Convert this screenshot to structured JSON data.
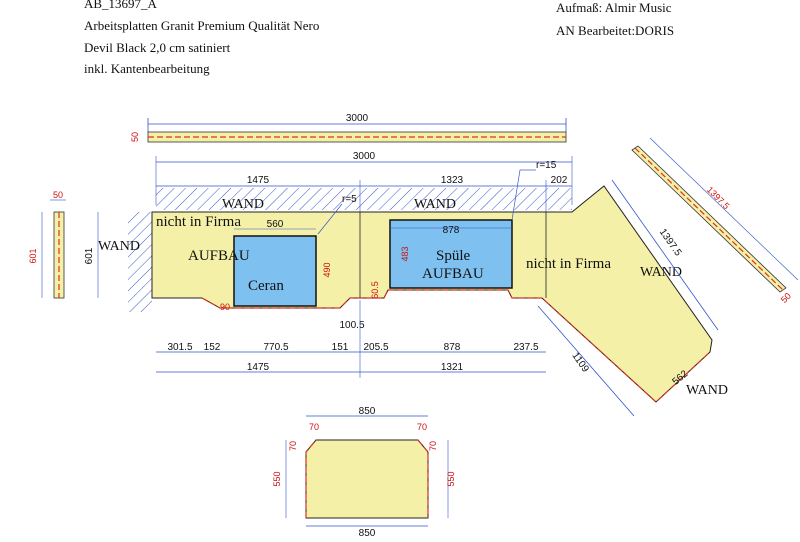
{
  "header": {
    "order_id": "AB_13697_A",
    "line1": "Arbeitsplatten Granit Premium Qualität Nero",
    "line2": "Devil Black 2,0 cm satiniert",
    "line3": "inkl. Kantenbearbeitung",
    "measure": "Aufmaß: Almir Music",
    "editor": "AN Bearbeitet:DORIS"
  },
  "labels": {
    "wand": "WAND",
    "nicht_in_firma": "nicht in Firma",
    "aufbau": "AUFBAU",
    "ceran": "Ceran",
    "spuele": "Spüle",
    "radius5": "r=5",
    "radius15": "r=15"
  },
  "dims": {
    "strip_top_len": "3000",
    "strip_top_h": "50",
    "overall": "3000",
    "left_top": "1475",
    "mid_top": "1323",
    "right_top": "202",
    "left_strip_w": "50",
    "left_strip_h": "601",
    "left_depth": "601",
    "ceran_w": "560",
    "ceran_h": "490",
    "ceran_corner": "90",
    "sink_w": "878",
    "sink_h": "483",
    "sink_gap": "60.5",
    "step": "100.5",
    "b1": "301.5",
    "b2": "152",
    "b3": "770.5",
    "b4": "151",
    "b5": "205.5",
    "b6": "878",
    "b7": "237.5",
    "bottom_left": "1475",
    "bottom_mid": "1321",
    "diag_outer": "1397.5",
    "diag_strip": "1397.5",
    "diag_strip_h": "50",
    "diag_inner": "1109",
    "diag_depth": "562",
    "small_top": "850",
    "small_bottom": "850",
    "small_left": "550",
    "small_right": "550",
    "small_cl": "70",
    "small_cr": "70",
    "small_cl2": "70",
    "small_cr2": "70"
  },
  "colors": {
    "stone": "#f5f0a8",
    "cutout": "#7ec0f0",
    "edge": "#e03020",
    "dimline": "#3355cc"
  }
}
